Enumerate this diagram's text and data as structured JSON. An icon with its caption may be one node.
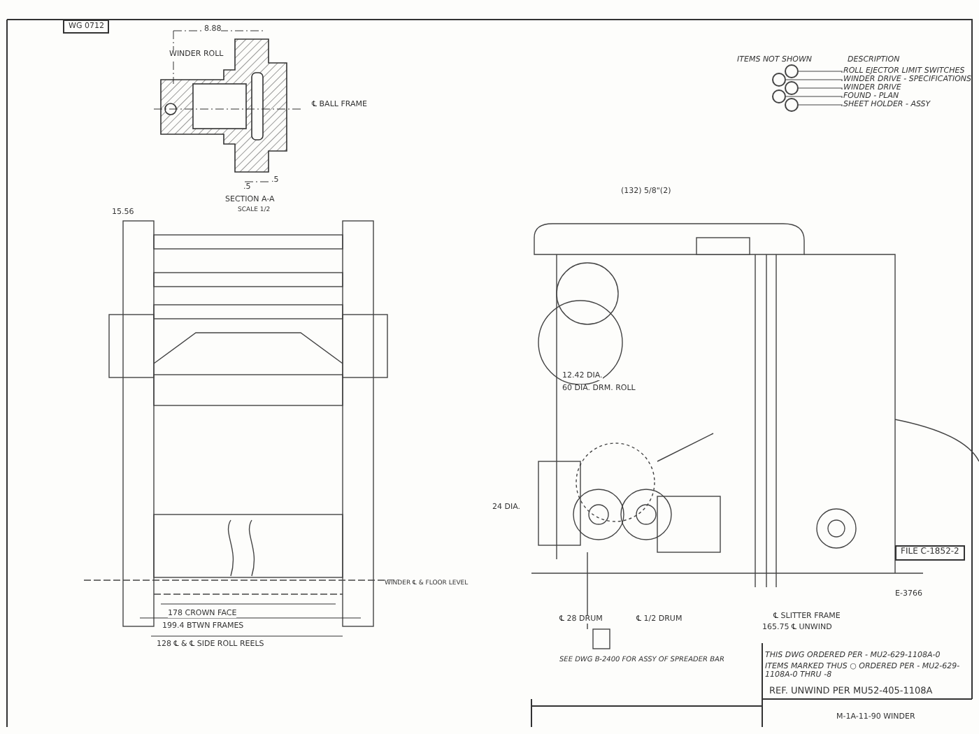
{
  "diagram": {
    "nodes": [
      {
        "text": [],
        "shape": "circle"
      },
      {
        "text": [],
        "shape": "circle"
      },
      {
        "text": [],
        "shape": "circle"
      },
      {
        "text": [],
        "shape": "circle"
      },
      {
        "text": [],
        "shape": "circle"
      },
      {
        "text": [
          "ROLL EJECTOR LIMIT SWITCHES"
        ]
      },
      {
        "text": [
          "WINDER DRIVE - SPECIFICATIONS"
        ]
      },
      {
        "text": [
          "WINDER DRIVE"
        ]
      },
      {
        "text": [
          "FOUND - PLAN"
        ]
      },
      {
        "text": [
          "SHEET HOLDER - ASSY"
        ]
      }
    ],
    "edges": [
      {
        "from": 0,
        "to": 5,
        "arrow": "none"
      },
      {
        "from": 1,
        "to": 6,
        "arrow": "none"
      },
      {
        "from": 2,
        "to": 7,
        "arrow": "none"
      },
      {
        "from": 3,
        "to": 8,
        "arrow": "none"
      },
      {
        "from": 4,
        "to": 9,
        "arrow": "none"
      }
    ],
    "labels": [
      "WG 0712",
      "8.88",
      "WINDER ROLL",
      "℄ BALL FRAME",
      ".5",
      ".5",
      "SECTION A-A",
      "SCALE 1/2",
      "15.56",
      "12.42 DIA.",
      "60 DIA. DRM. ROLL",
      "24 DIA.",
      "178 CROWN FACE",
      "199.4 BTWN FRAMES",
      "128 ℄ & ℄ SIDE ROLL REELS",
      "WINDER ℄ & FLOOR LEVEL",
      "℄ 28 DRUM",
      "℄ 1/2 DRUM",
      "℄ SLITTER FRAME",
      "165.75 ℄ UNWIND",
      "FILE C-1852-2",
      "E-3766",
      "THIS DWG ORDERED PER - MU2-629-1108A-0",
      "ITEMS MARKED THUS ○ ORDERED PER - MU2-629-1108A-0 THRU -8",
      "REF. UNWIND PER MU52-405-1108A",
      "M-1A-11-90 WINDER",
      "SEE DWG B-2400 FOR ASSY OF SPREADER BAR",
      "ITEMS NOT SHOWN",
      "DESCRIPTION",
      "(132) 5/8\"(2)"
    ]
  }
}
